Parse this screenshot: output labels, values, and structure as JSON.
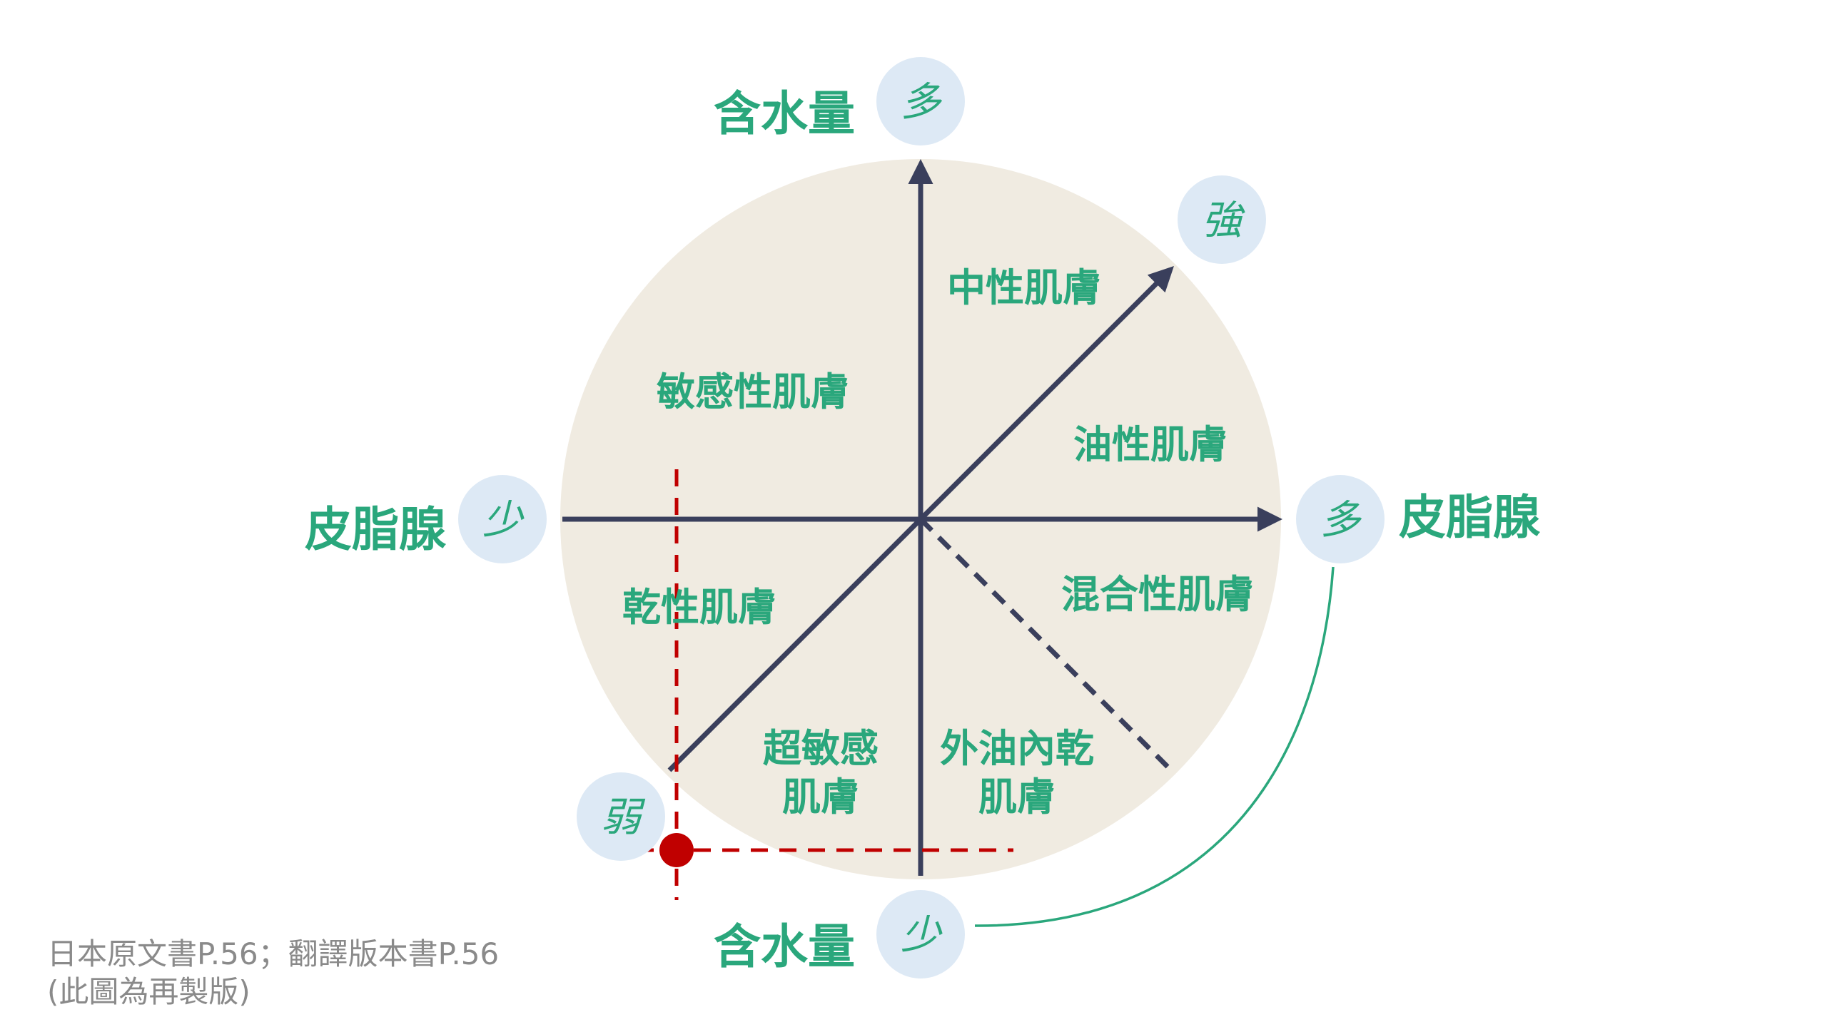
{
  "axis_labels": {
    "moisture_top": "含水量",
    "moisture_bottom": "含水量",
    "sebum_left": "皮脂腺",
    "sebum_right": "皮脂腺"
  },
  "badges": {
    "top_more": "多",
    "bottom_less": "少",
    "left_less": "少",
    "right_more": "多",
    "strong": "強",
    "weak": "弱"
  },
  "regions": {
    "neutral": "中性肌膚",
    "sensitive": "敏感性肌膚",
    "oily": "油性肌膚",
    "dry": "乾性肌膚",
    "combination": "混合性肌膚",
    "hypersensitive_line1": "超敏感",
    "hypersensitive_line2": "肌膚",
    "oily_outside_dry_inside_line1": "外油內乾",
    "oily_outside_dry_inside_line2": "肌膚"
  },
  "source_note": {
    "line1": "日本原文書P.56；翻譯版本書P.56",
    "line2": "(此圖為再製版)"
  },
  "colors": {
    "circle_fill": "#f0ebe1",
    "axis": "#3a3f5c",
    "label_green": "#2aa77c",
    "badge_fill": "#dde9f5",
    "marker_red": "#c00000",
    "note_gray": "#8a8a8a"
  }
}
